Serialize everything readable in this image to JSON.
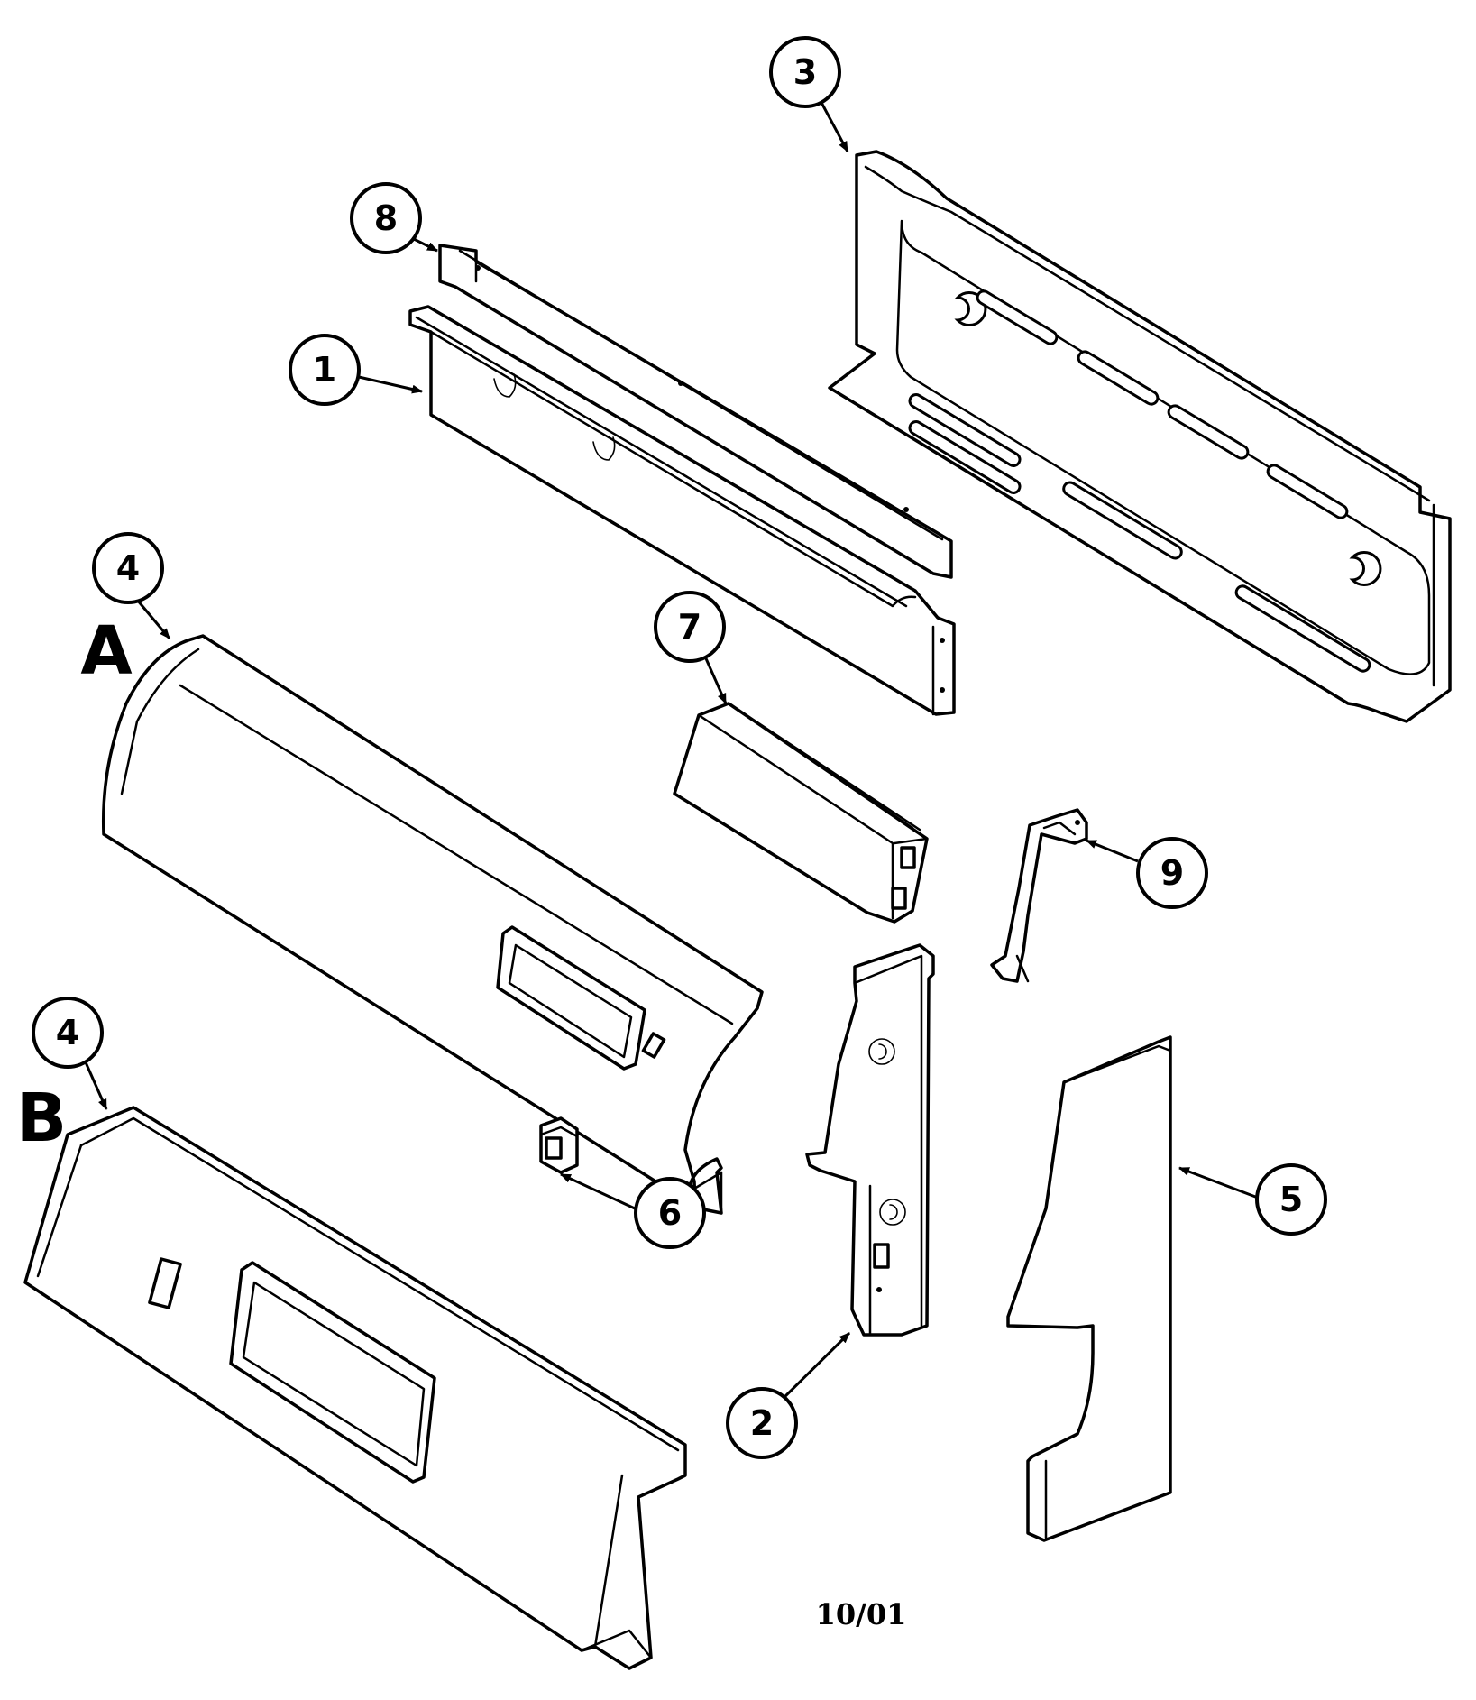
{
  "callouts": [
    {
      "id": "1",
      "label": "1"
    },
    {
      "id": "2",
      "label": "2"
    },
    {
      "id": "3",
      "label": "3"
    },
    {
      "id": "4a",
      "label": "4"
    },
    {
      "id": "4b",
      "label": "4"
    },
    {
      "id": "5",
      "label": "5"
    },
    {
      "id": "6",
      "label": "6"
    },
    {
      "id": "7",
      "label": "7"
    },
    {
      "id": "8",
      "label": "8"
    },
    {
      "id": "9",
      "label": "9"
    }
  ],
  "variants": {
    "a": "A",
    "b": "B"
  },
  "footer": {
    "date": "10/01"
  }
}
